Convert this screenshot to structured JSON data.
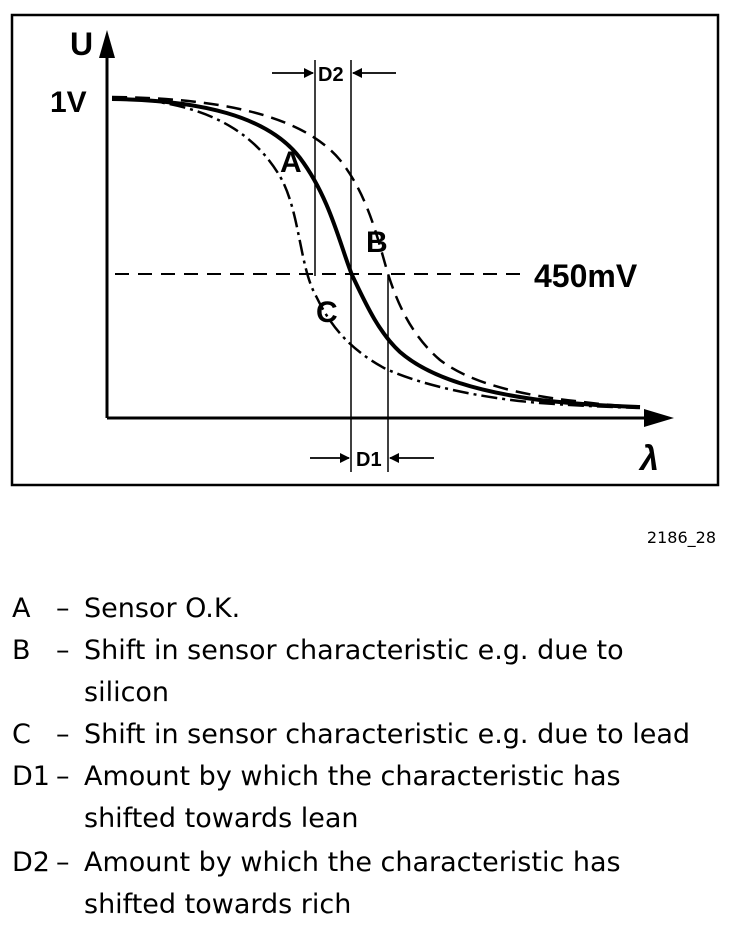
{
  "diagram": {
    "y_axis_label": "U",
    "x_axis_label": "λ",
    "level_1v": "1V",
    "level_450mv": "450mV",
    "curve_labels": {
      "a": "A",
      "b": "B",
      "c": "C"
    },
    "dim_d1": "D1",
    "dim_d2": "D2"
  },
  "figure_id": "2186_28",
  "legend": [
    {
      "key": "A",
      "dash": "–",
      "text": "Sensor O.K."
    },
    {
      "key": "B",
      "dash": "–",
      "text": "Shift in sensor characteristic e.g. due to silicon"
    },
    {
      "key": "C",
      "dash": "–",
      "text": "Shift in sensor characteristic e.g. due to lead"
    },
    {
      "key": "D1",
      "dash": "–",
      "text": "Amount by which the characteristic has shifted towards lean"
    },
    {
      "key": "D2",
      "dash": "–",
      "text": "Amount by which the characteristic has shifted towards rich"
    }
  ]
}
